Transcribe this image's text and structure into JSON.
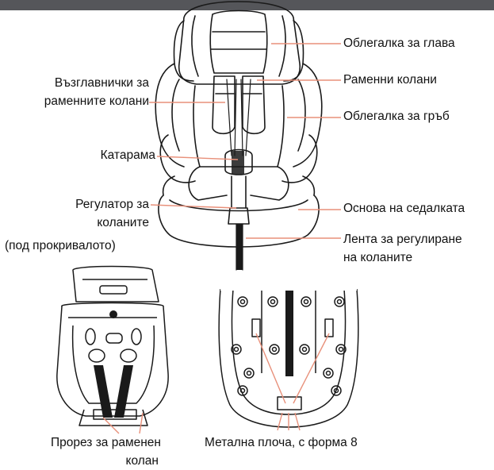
{
  "labels": {
    "head_rest": "Облегалка за глава",
    "shoulder_belts": "Раменни колани",
    "back_rest": "Облегалка за гръб",
    "seat_base": "Основа на седалката",
    "adjuster_strap_l1": "Лента за регулиране",
    "adjuster_strap_l2": "на коланите",
    "shoulder_pads_l1": "Възглавнички за",
    "shoulder_pads_l2": "раменните колани",
    "buckle": "Катарама",
    "adjuster_l1": "Регулатор за",
    "adjuster_l2": "коланите",
    "adjuster_l3": "(под прокривалото)",
    "slot_l1": "Прорез за раменен",
    "slot_l2": "колан",
    "metal_plate": "Метална плоча, с форма 8"
  },
  "colors": {
    "leader": "#e8907a",
    "line": "#1a1a1a",
    "topbar": "#55565a"
  }
}
